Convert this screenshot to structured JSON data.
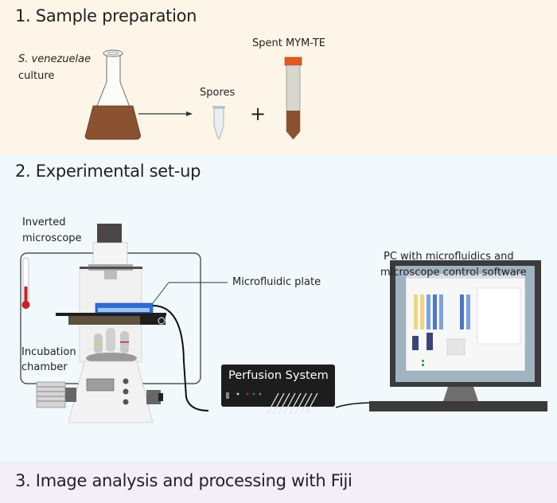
{
  "sections": {
    "sample_preparation": {
      "title": "1. Sample preparation",
      "culture_label_species": "S. venezuelae",
      "culture_label_word": "culture",
      "spores_label": "Spores",
      "plus_sign": "+",
      "spent_medium_label": "Spent MYM-TE"
    },
    "experimental_setup": {
      "title": "2.  Experimental set-up",
      "microscope_label_line1": "Inverted",
      "microscope_label_line2": "microscope",
      "plate_label": "Microfluidic plate",
      "chamber_label_line1": "Incubation",
      "chamber_label_line2": "chamber",
      "perfusion_label": "Perfusion System",
      "pc_label_line1": "PC with microfluidics and",
      "pc_label_line2": "microscope control software"
    },
    "image_analysis": {
      "title": "3. Image analysis and processing with Fiji"
    }
  },
  "colors": {
    "section1_bg": "#fdf6e8",
    "section2_bg": "#f1f9fc",
    "section3_bg": "#f3eef8",
    "culture_brown": "#8a5231",
    "tube_cap_orange": "#e3581f",
    "plate_blue": "#2f6bd3",
    "thermometer_red": "#c6202a",
    "perfusion_body": "#1d1d1d",
    "screen_bg": "#9fb3c1"
  }
}
